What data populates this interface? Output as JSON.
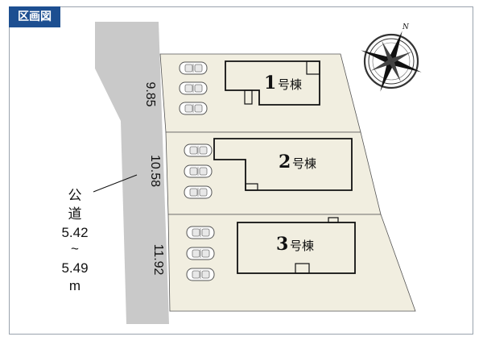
{
  "header": {
    "title": "区画図"
  },
  "road": {
    "label_lines": [
      "公",
      "道",
      "5.42",
      "~",
      "5.49",
      "m"
    ]
  },
  "lots": [
    {
      "building_number": "1",
      "building_suffix": "号棟",
      "frontage": "9.85"
    },
    {
      "building_number": "2",
      "building_suffix": "号棟",
      "frontage": "10.58"
    },
    {
      "building_number": "3",
      "building_suffix": "号棟",
      "frontage": "11.92"
    }
  ],
  "compass": {
    "north_label": "N"
  },
  "colors": {
    "lot_fill": "#f1eee0",
    "road_fill": "#c9c9c9",
    "header_bg": "#1d4f91"
  }
}
